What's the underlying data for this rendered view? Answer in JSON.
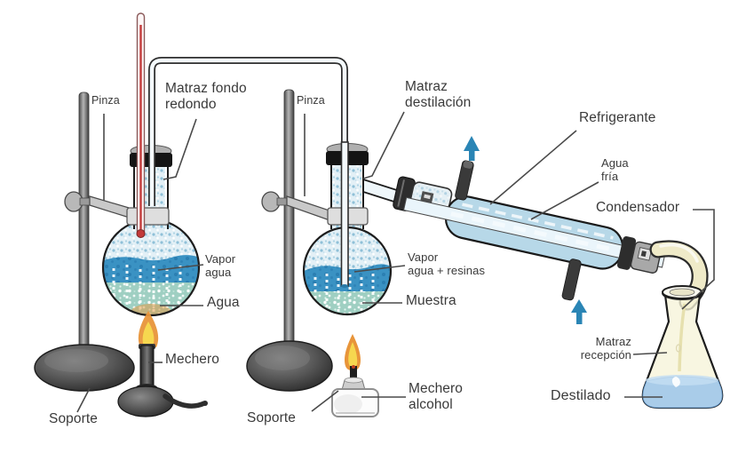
{
  "diagram": {
    "subject": "Destilación por arrastre de vapor (steam distillation apparatus)",
    "labels": {
      "pinza_left": "Pinza",
      "matraz_fondo_redondo": "Matraz fondo\nredondo",
      "pinza_right": "Pinza",
      "matraz_destilacion": "Matraz\ndestilación",
      "refrigerante": "Refrigerante",
      "agua_fria": "Agua\nfría",
      "condensador": "Condensador",
      "vapor_agua": "Vapor\nagua",
      "agua": "Agua",
      "mechero": "Mechero",
      "soporte_left": "Soporte",
      "vapor_agua_resinas": "Vapor\nagua + resinas",
      "muestra": "Muestra",
      "soporte_right": "Soporte",
      "mechero_alcohol": "Mechero\nalcohol",
      "matraz_recepcion": "Matraz\nrecepción",
      "destilado": "Destilado"
    }
  },
  "colors": {
    "label_text": "#3a3a3a",
    "glass_outline": "#1d1d1d",
    "boiling_water": "#3a92c3",
    "sample_teal": "#9fcfc2",
    "vapor_tint": "#e3f0f6",
    "condenser_water": "#b7d8e8",
    "arrow_blue": "#2a85b5",
    "flame_orange": "#e8953a",
    "flame_yellow": "#f6d74f",
    "distillate": "#a9cce9",
    "receiver_tint": "#f6f3d8",
    "delivery_liquid": "#efeac8",
    "metal_dark": "#4a4a4a"
  }
}
